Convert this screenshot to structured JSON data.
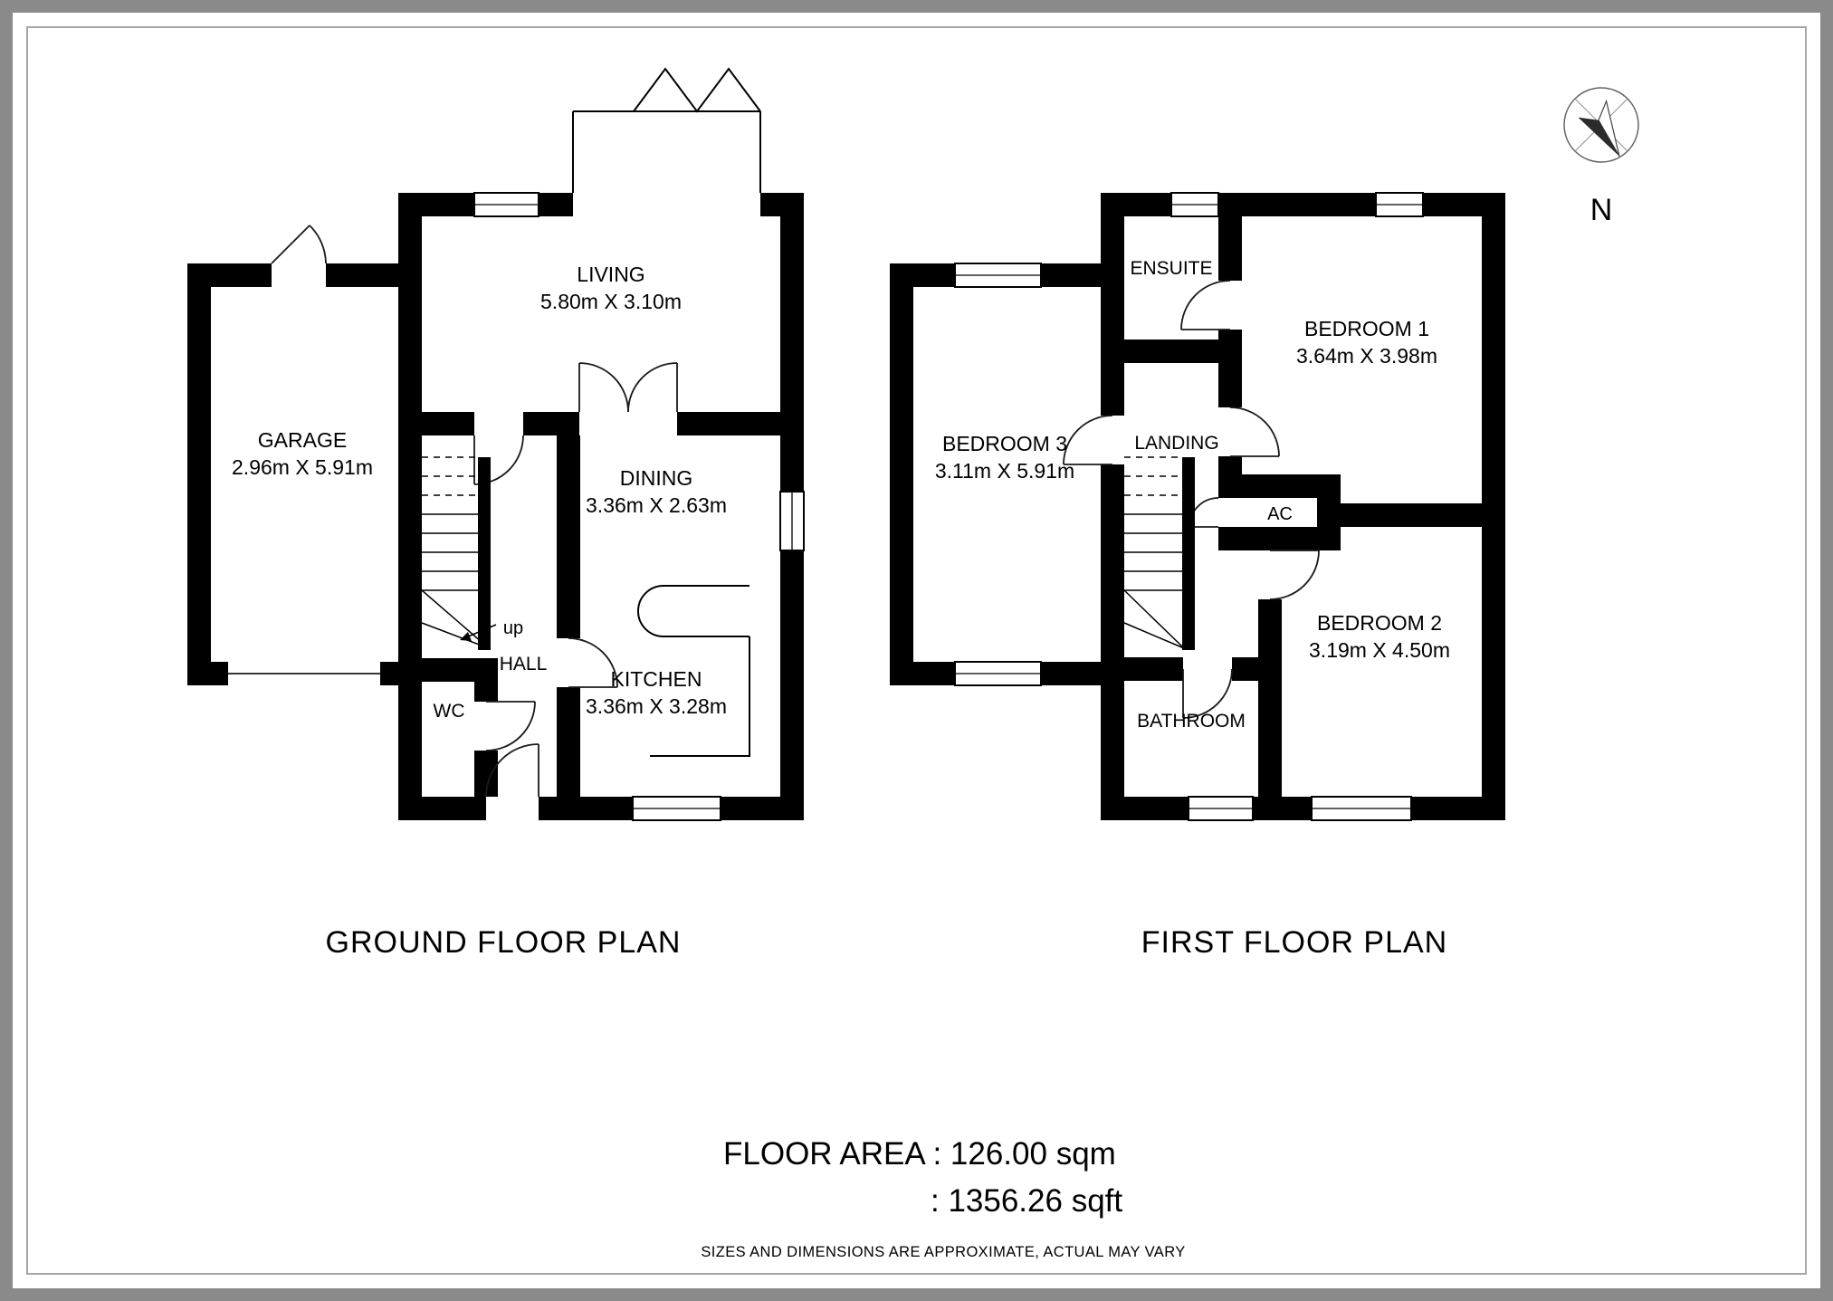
{
  "compass": {
    "label": "N"
  },
  "plans": {
    "ground": {
      "title": "GROUND FLOOR PLAN",
      "rooms": {
        "living": {
          "name": "LIVING",
          "dims": "5.80m X 3.10m"
        },
        "dining": {
          "name": "DINING",
          "dims": "3.36m X 2.63m"
        },
        "kitchen": {
          "name": "KITCHEN",
          "dims": "3.36m X 3.28m"
        },
        "garage": {
          "name": "GARAGE",
          "dims": "2.96m X 5.91m"
        },
        "hall": {
          "name": "HALL"
        },
        "wc": {
          "name": "WC"
        },
        "stair_direction": "up"
      }
    },
    "first": {
      "title": "FIRST FLOOR PLAN",
      "rooms": {
        "bedroom1": {
          "name": "BEDROOM 1",
          "dims": "3.64m X 3.98m"
        },
        "bedroom2": {
          "name": "BEDROOM 2",
          "dims": "3.19m X 4.50m"
        },
        "bedroom3": {
          "name": "BEDROOM 3",
          "dims": "3.11m X 5.91m"
        },
        "ensuite": {
          "name": "ENSUITE"
        },
        "landing": {
          "name": "LANDING"
        },
        "bathroom": {
          "name": "BATHROOM"
        },
        "ac": {
          "name": "AC"
        }
      }
    }
  },
  "footer": {
    "floor_area_sqm": "FLOOR AREA : 126.00 sqm",
    "floor_area_sqft": ": 1356.26 sqft",
    "disclaimer": "SIZES AND DIMENSIONS ARE APPROXIMATE, ACTUAL MAY VARY"
  },
  "colors": {
    "wall": "#000000",
    "frame": "#8a8a8a"
  }
}
